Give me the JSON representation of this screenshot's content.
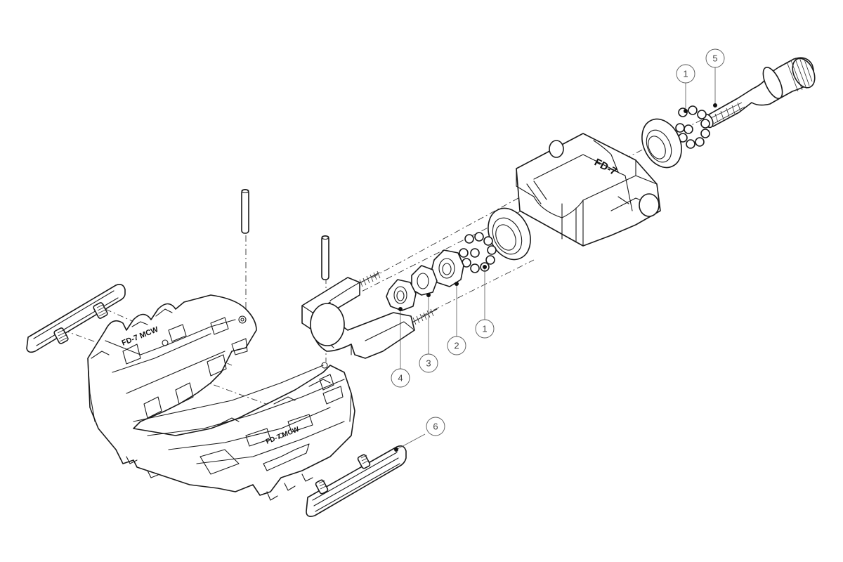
{
  "callouts": {
    "c1_top": "1",
    "c5": "5",
    "c2": "2",
    "c1_mid": "1",
    "c3": "3",
    "c4": "4",
    "c6": "6"
  },
  "logos": {
    "body_mark": "FD-7",
    "pedal_mark_left": "FD-7 MCW",
    "pedal_mark_right": "FD-7 MCW"
  },
  "colors": {
    "line": "#1a1a1a",
    "background": "#ffffff",
    "callout_line": "#555555"
  }
}
